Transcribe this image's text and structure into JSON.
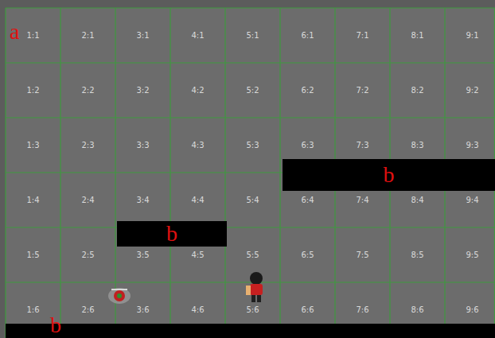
{
  "diagram": {
    "nodes": [
      {
        "text": [
          "b"
        ]
      },
      {
        "text": [
          "b"
        ]
      },
      {
        "text": [
          "b"
        ]
      }
    ],
    "labels": [
      "1:1",
      "2:1",
      "3:1",
      "4:1",
      "5:1",
      "6:1",
      "7:1",
      "8:1",
      "9:1",
      "1:2",
      "2:2",
      "3:2",
      "4:2",
      "5:2",
      "6:2",
      "7:2",
      "8:2",
      "9:2",
      "1:3",
      "2:3",
      "3:3",
      "4:3",
      "5:3",
      "6:3",
      "7:3",
      "8:3",
      "9:3",
      "1:4",
      "2:4",
      "3:4",
      "4:4",
      "5:4",
      "6:4",
      "7:4",
      "8:4",
      "9:4",
      "1:5",
      "2:5",
      "3:5",
      "4:5",
      "5:5",
      "6:5",
      "7:5",
      "8:5",
      "9:5",
      "1:6",
      "2:6",
      "3:6",
      "4:6",
      "5:6",
      "6:6",
      "7:6",
      "8:6",
      "9:6",
      "a"
    ]
  }
}
